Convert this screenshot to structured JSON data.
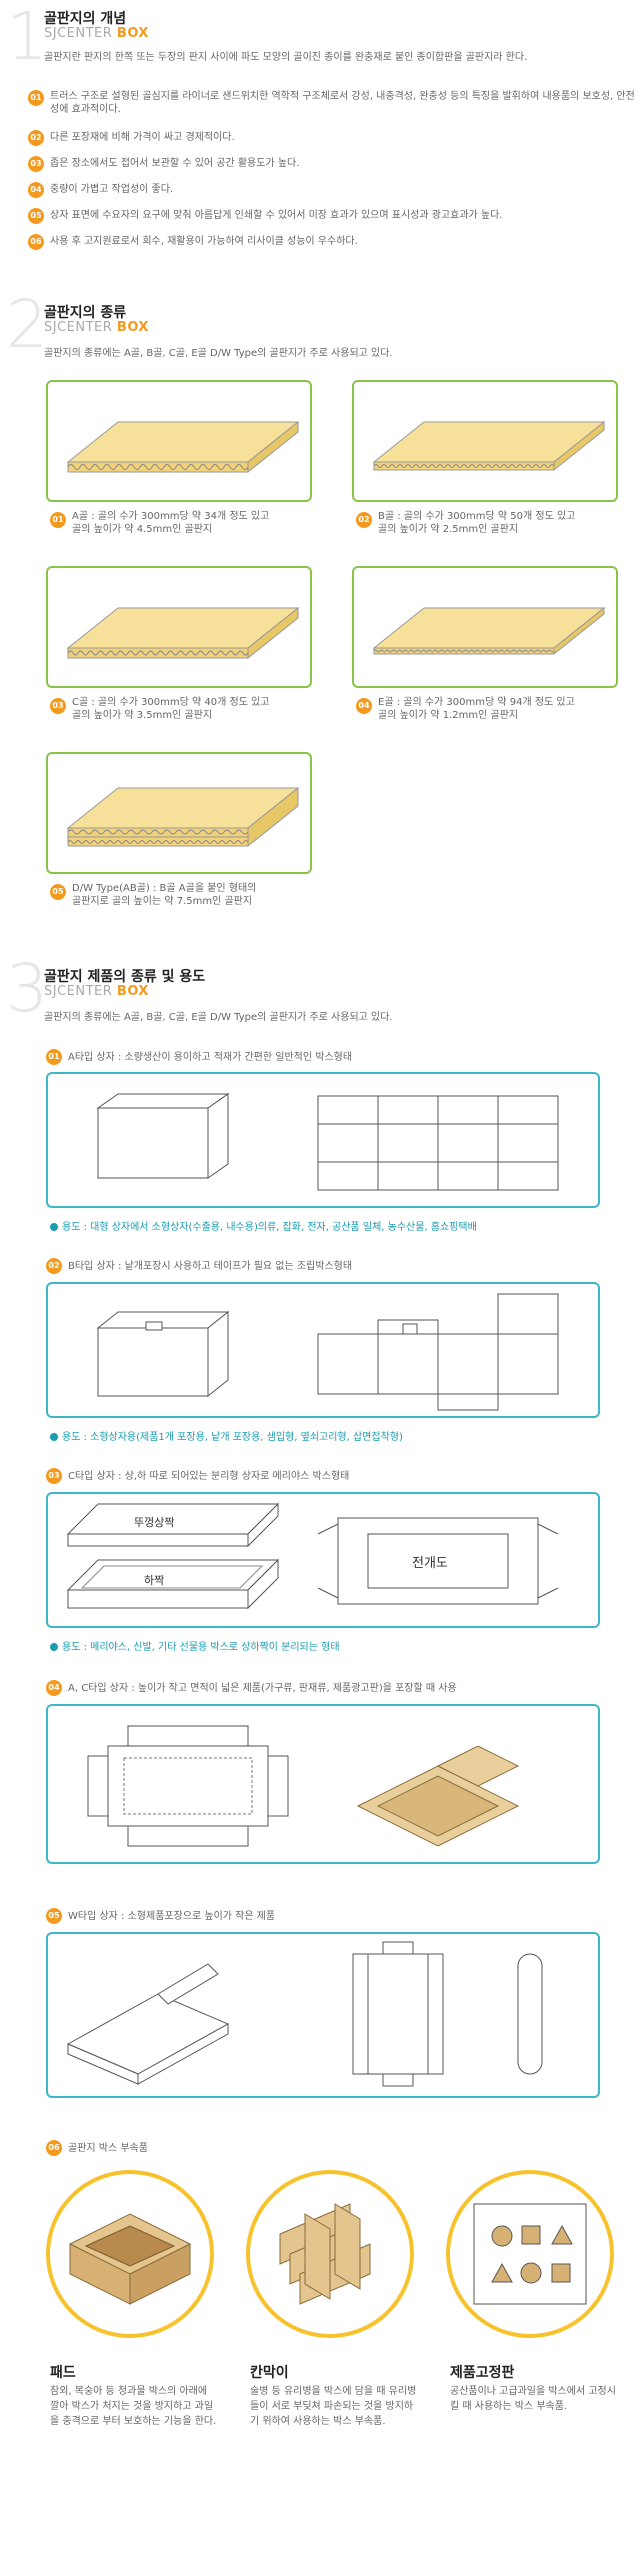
{
  "sec1": {
    "num": "1",
    "title": "골판지의 개념",
    "sub_a": "SJCENTER ",
    "sub_b": "BOX",
    "desc": "골판지란 판지의 한쪽 또는 두장의 판지 사이에 파도 모양의 골이진 종이를 완충재로 붙인 종이합판을 골판지라 한다.",
    "items": [
      {
        "n": "01",
        "text": "트러스 구조로 설형된 골심지를 라이너로 샌드위치한 역학적 구조체로서 강성, 내충격성, 완충성 등의 특징을 발휘하여 내용품의 보호성, 안전성에 효과적이다."
      },
      {
        "n": "02",
        "text": "다른 포장재에 비해 가격이 싸고 경제적이다."
      },
      {
        "n": "03",
        "text": "좁은 장소에서도 접어서 보관할 수 있어 공간 활용도가 높다."
      },
      {
        "n": "04",
        "text": "중량이 가볍고 작업성이 좋다."
      },
      {
        "n": "05",
        "text": "상자 표면에 수요자의 요구에 맞춰 아름답게 인쇄할 수 있어서 미장 효과가 있으며 표시성과 광고효과가 높다."
      },
      {
        "n": "06",
        "text": "사용 후 고지원료로서 회수, 재활용이 가능하여 리사이클 성능이 우수하다."
      }
    ]
  },
  "sec2": {
    "num": "2",
    "title": "골판지의 종류",
    "sub_a": "SJCENTER ",
    "sub_b": "BOX",
    "desc": "골판지의 종류에는 A골, B골, C골, E골 D/W Type의 골판지가 주로 사용되고 있다.",
    "items": [
      {
        "n": "01",
        "l1": "A골 : 골의 수가 300mm당 약 34개 정도 있고",
        "l2": "골의 높이가 약 4.5mm인 골판지"
      },
      {
        "n": "02",
        "l1": "B골 : 골의 수가 300mm당 약 50개 정도 있고",
        "l2": "골의 높이가 약 2.5mm인 골판지"
      },
      {
        "n": "03",
        "l1": "C골 : 골의 수가 300mm당 약 40개 정도 있고",
        "l2": "골의 높이가 약 3.5mm인 골판지"
      },
      {
        "n": "04",
        "l1": "E골 : 골의 수가 300mm당 약 94개 정도 있고",
        "l2": "골의 높이가 약 1.2mm인 골판지"
      },
      {
        "n": "05",
        "l1": "D/W Type(AB골) : B골 A골을 붙인 형태의",
        "l2": "골판지로 골의 높이는 약 7.5mm인 골판지"
      }
    ]
  },
  "sec3": {
    "num": "3",
    "title": "골판지 제품의 종류 및 용도",
    "sub_a": "SJCENTER ",
    "sub_b": "BOX",
    "desc": "골판지의 종류에는 A골, B골, C골, E골 D/W Type의 골판지가 주로 사용되고 있다.",
    "types": [
      {
        "n": "01",
        "label": "A타입 상자 : 소량생산이 용이하고 적재가 간편한 일반적인 박스형태",
        "use": "용도 : 대형 상자에서 소형상자(수출용, 내수용)의류, 잡화, 전자, 공산품 일체, 농수산물, 홈쇼핑택배"
      },
      {
        "n": "02",
        "label": "B타입 상자 : 낱개포장시 사용하고 테이프가 필요 없는 조립박스형태",
        "use": "용도 : 소형상자용(제품1개 포장용, 낱개 포장용, 샘입형, 옆쇠고리형, 삽면접착형)"
      },
      {
        "n": "03",
        "label": "C타입 상자 : 상,하 따로 되어있는 분리형 상자로 메리야스 박스형태",
        "use": "용도 : 메리야스, 신발, 기타 선물용 박스로 상하짝이 분리되는 형태",
        "lid": "뚜껑상짝",
        "bottom": "하짝",
        "flat": "전개도"
      },
      {
        "n": "04",
        "label": "A, C타입 상자 : 높이가 작고 면적이 넓은 제품(가구류, 판재류, 제품광고판)을 포장할 때 사용"
      },
      {
        "n": "05",
        "label": "W타입 상자 : 소형제품포장으로 높이가 작은 제품"
      },
      {
        "n": "06",
        "label": "골판지 박스 부속품"
      }
    ],
    "accessories": [
      {
        "title": "패드",
        "desc": "참외, 복숭아 등 청과물 박스의 아래에 깔아 박스가 처지는 것을 방지하고 과일을 충격으로 부터 보호하는 기능을 한다."
      },
      {
        "title": "칸막이",
        "desc": "술병 등 유리병을 박스에 담을 때 유리병들이 서로 부딪쳐 파손되는 것을 방지하기 위하여 사용하는 박스 부속품."
      },
      {
        "title": "제품고정판",
        "desc": "공산품이나 고급과일을 박스에서 고정시킬 때 사용하는 박스 부속품."
      }
    ]
  }
}
